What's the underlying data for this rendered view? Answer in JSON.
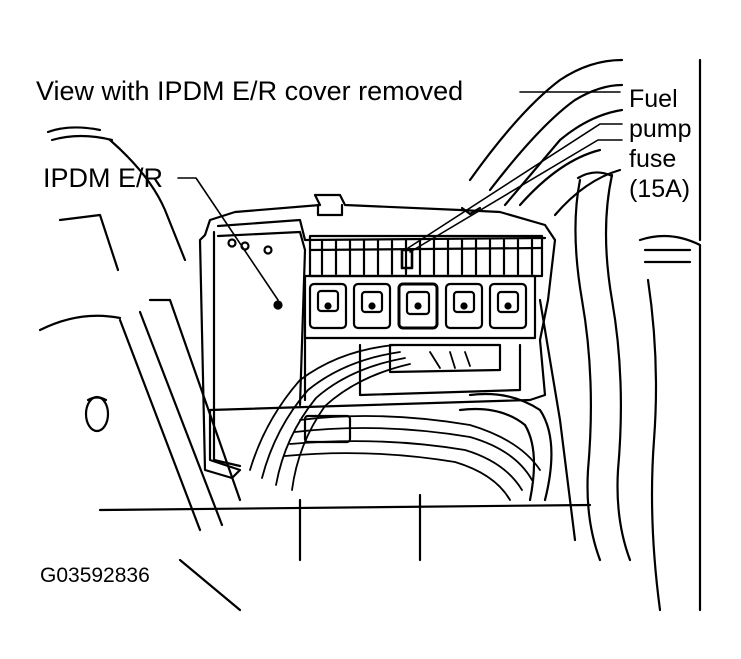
{
  "labels": {
    "title": "View with IPDM E/R cover removed",
    "ipdm": "IPDM E/R",
    "fuse_line1": "Fuel",
    "fuse_line2": "pump",
    "fuse_line3": "fuse",
    "fuse_line4": "(15A)",
    "figure_code": "G03592836"
  },
  "colors": {
    "ink": "#000000",
    "paper": "#ffffff"
  }
}
